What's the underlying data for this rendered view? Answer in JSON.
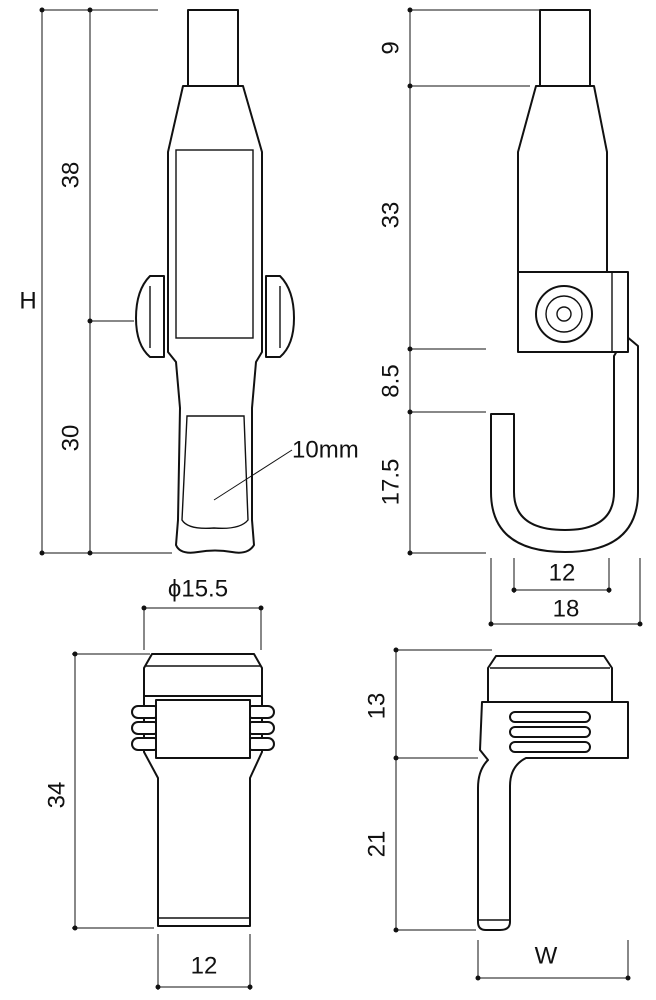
{
  "dimensions": {
    "front_height": "H",
    "front_upper": "38",
    "front_lower": "30",
    "hook_label": "10mm",
    "side_top": "9",
    "side_body": "33",
    "side_gap": "8.5",
    "side_hook": "17.5",
    "side_inner_width": "12",
    "side_outer_width": "18",
    "bottom_diameter": "ϕ15.5",
    "bottom_height": "34",
    "bottom_width": "12",
    "right_upper": "13",
    "right_lower": "21",
    "right_width": "W"
  },
  "colors": {
    "ink": "#111111",
    "paper": "#ffffff"
  }
}
